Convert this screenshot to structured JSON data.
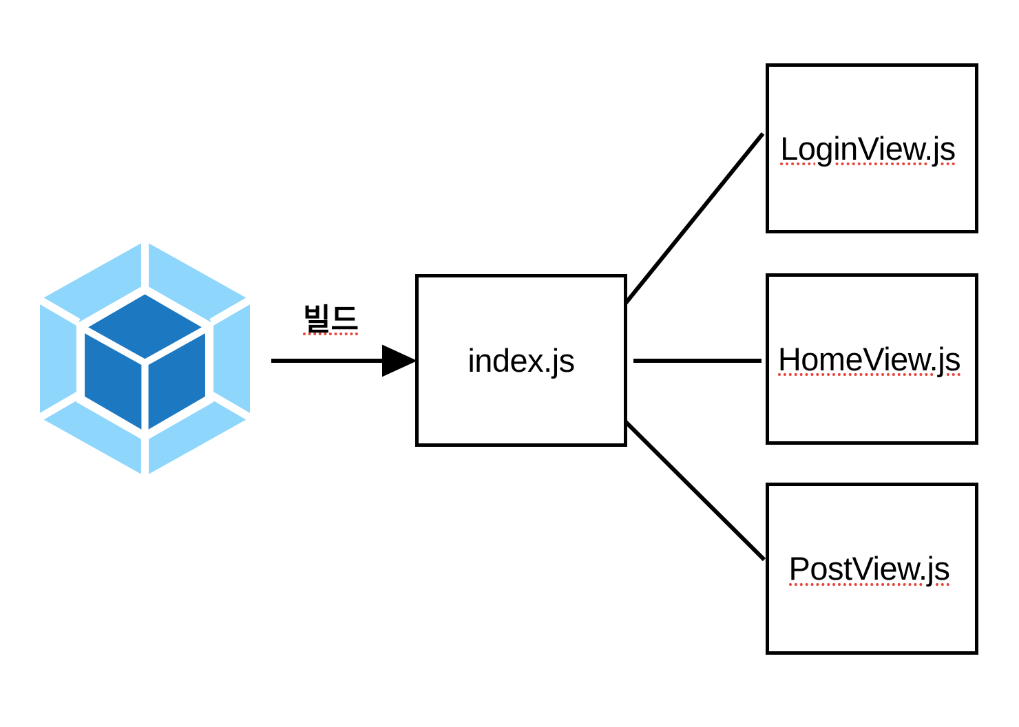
{
  "diagram": {
    "title": "webpack build output diagram",
    "background_color": "#ffffff",
    "edge_color": "#000000",
    "misspell_underline_color": "#e8443a",
    "source": {
      "icon": "webpack-logo-icon",
      "colors": {
        "outer": "#8ed6fb",
        "inner": "#1c78c0",
        "gap": "#ffffff"
      }
    },
    "build_arrow": {
      "label": "빌드",
      "icon": "arrow-right-icon"
    },
    "bundle": {
      "label": "index.js"
    },
    "outputs": [
      {
        "label": "LoginView.js"
      },
      {
        "label": "HomeView.js"
      },
      {
        "label": "PostView.js"
      }
    ]
  }
}
